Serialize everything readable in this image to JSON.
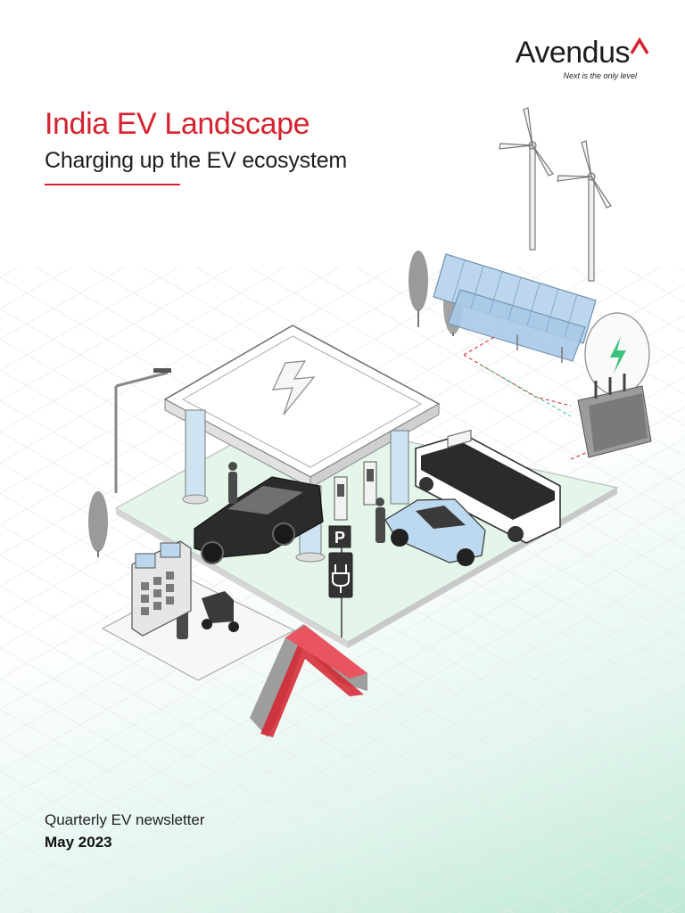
{
  "brand": {
    "name": "Avendus",
    "tagline": "Next is the only level",
    "accent_color": "#d5222e"
  },
  "cover": {
    "title": "India EV Landscape",
    "subtitle": "Charging up the EV ecosystem",
    "newsletter_label": "Quarterly EV newsletter",
    "issue_date": "May 2023"
  },
  "illustration": {
    "parking_sign_letter": "P",
    "icons": [
      "lightning-bolt-icon",
      "ev-plug-icon",
      "wind-turbine-icon",
      "solar-panel-icon",
      "transformer-icon"
    ],
    "palette": {
      "canopy": "#ffffff",
      "pillar": "#cfe4f2",
      "ground": "#dff3e6",
      "outline": "#555555",
      "car_dark": "#2b2b2b",
      "car_light": "#bcd9ef",
      "energy_green": "#3cc47c"
    }
  }
}
